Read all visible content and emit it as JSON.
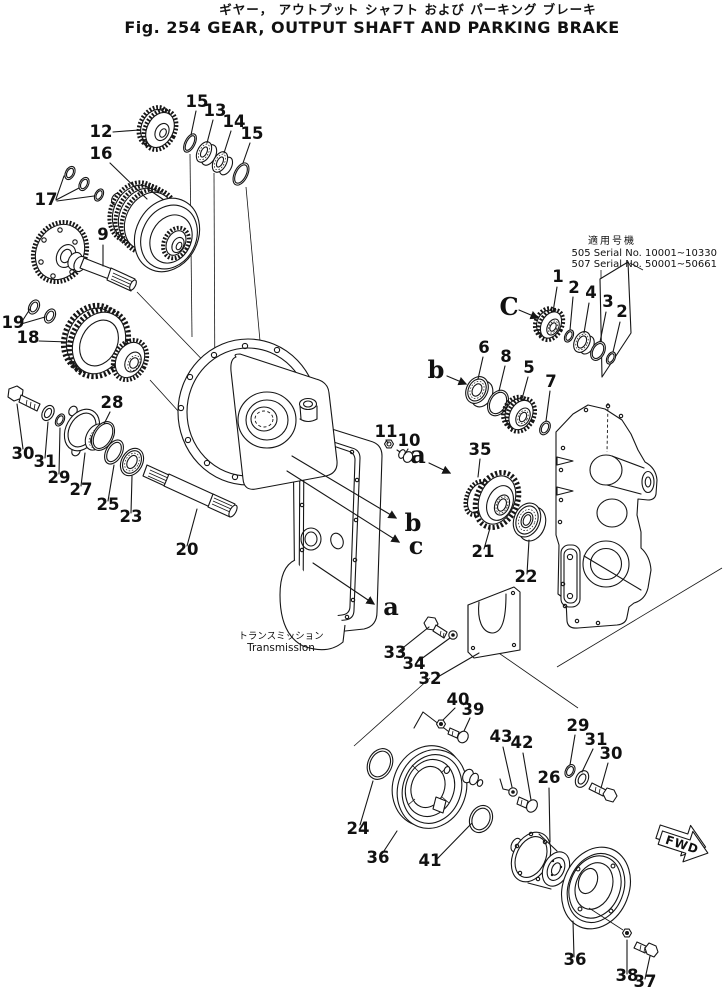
{
  "title": {
    "japanese": "ギヤー， アウトプット シャフト および パーキング ブレーキ",
    "english": "Fig. 254 GEAR, OUTPUT SHAFT AND PARKING BRAKE"
  },
  "serial_note": {
    "header": "適用号機",
    "line1": "505 Serial No. 10001~10330",
    "line2": "507 Serial No. 50001~50661"
  },
  "case_caption": {
    "japanese": "トランスミッション",
    "english": "Transmission"
  },
  "fwd_label": "FWD",
  "view_refs": {
    "a_upper": "a",
    "b_case": "b",
    "c_case": "c",
    "a_lower": "a",
    "b_row": "b",
    "C_row": "C"
  },
  "callouts": {
    "p12": "12",
    "p15a": "15",
    "p13": "13",
    "p14": "14",
    "p15b": "15",
    "p16": "16",
    "p17": "17",
    "p9": "9",
    "p19": "19",
    "p18": "18",
    "p30a": "30",
    "p31a": "31",
    "p29a": "29",
    "p27": "27",
    "p28": "28",
    "p25": "25",
    "p23": "23",
    "p20": "20",
    "p11": "11",
    "p10": "10",
    "p1": "1",
    "p2a": "2",
    "p4": "4",
    "p3": "3",
    "p2b": "2",
    "p6": "6",
    "p8": "8",
    "p5": "5",
    "p7": "7",
    "p35": "35",
    "p21": "21",
    "p22": "22",
    "p33": "33",
    "p34": "34",
    "p32": "32",
    "p40": "40",
    "p39": "39",
    "p24": "24",
    "p36a": "36",
    "p41": "41",
    "p43": "43",
    "p42": "42",
    "p26": "26",
    "p29b": "29",
    "p31b": "31",
    "p30b": "30",
    "p36b": "36",
    "p38": "38",
    "p37": "37"
  },
  "colors": {
    "ink": "#161616",
    "paper": "#ffffff"
  }
}
